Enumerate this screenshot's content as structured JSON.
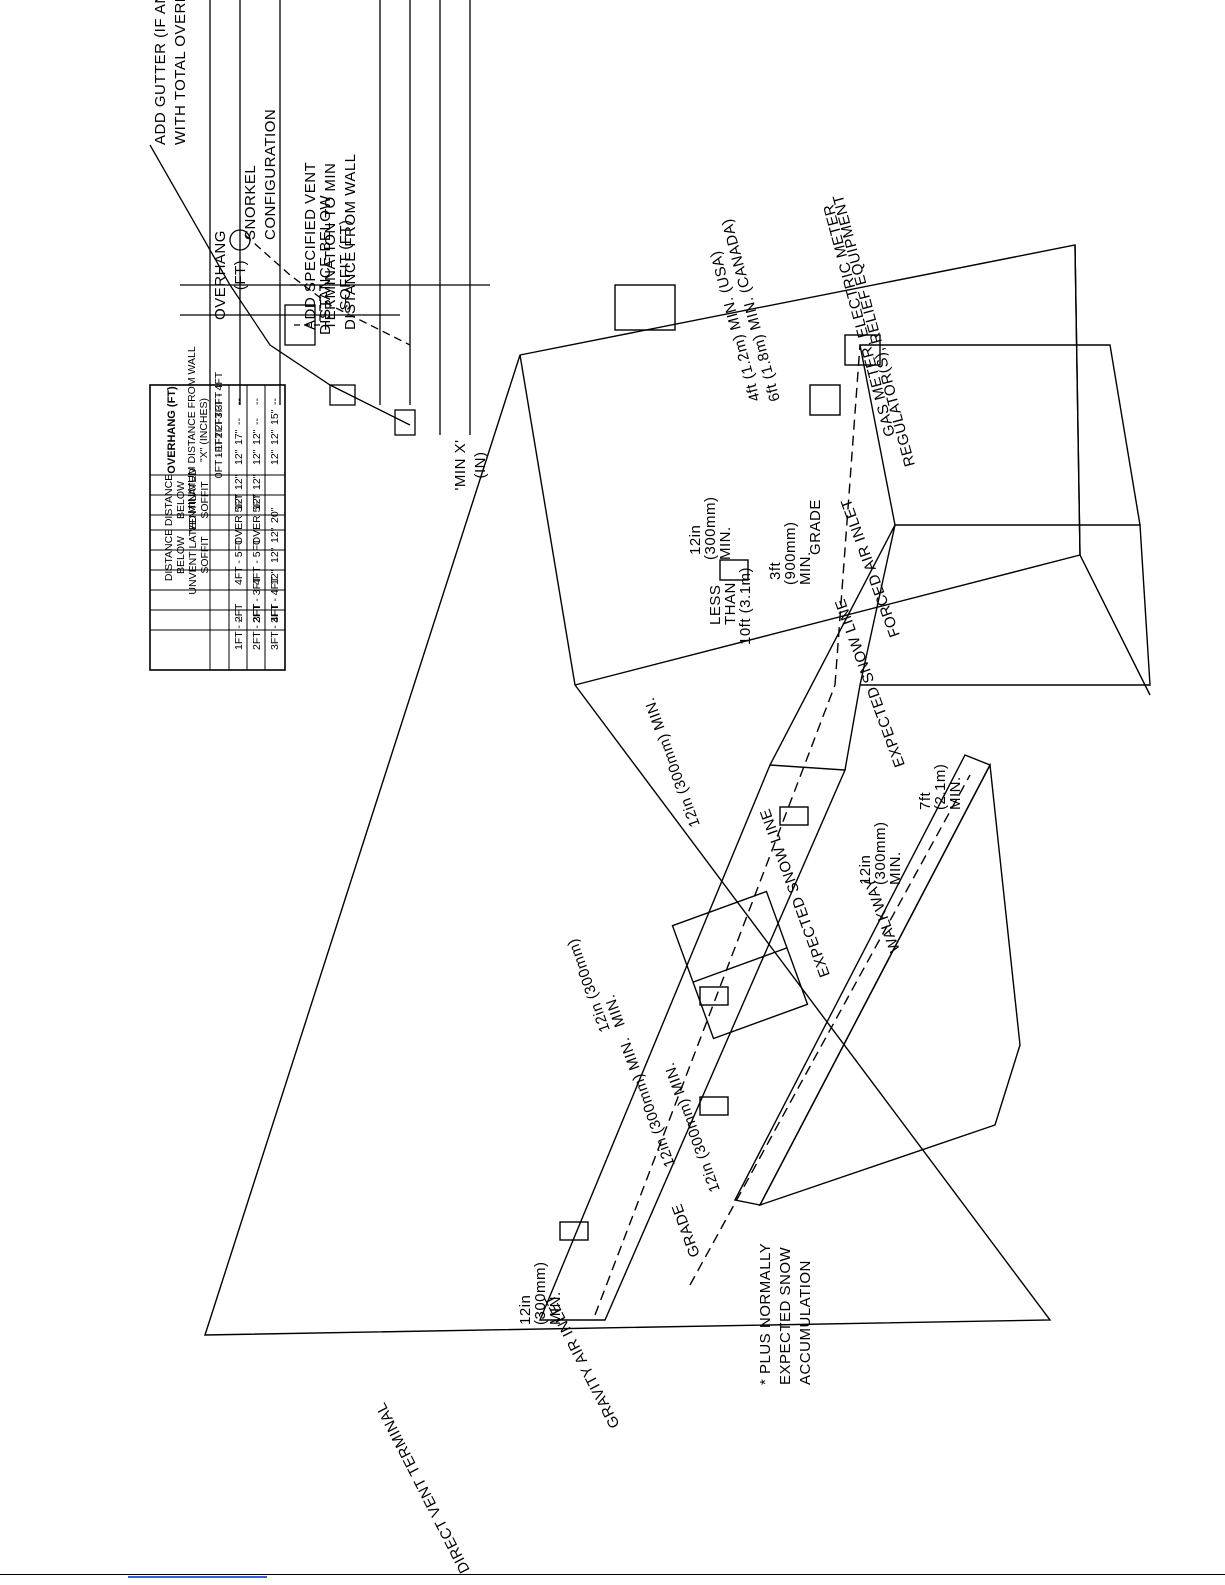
{
  "table": {
    "header_overhang": "OVERHANG (FT)",
    "header_min_distance": "MINIMUM DISTANCE FROM WALL",
    "header_x_inches": "\"X\" (INCHES)",
    "col_unventilated": [
      "DISTANCE",
      "BELOW",
      "UNVENTILATED",
      "SOFFIT"
    ],
    "col_ventilated": [
      "DISTANCE",
      "BELOW",
      "VENTILATED",
      "SOFFIT"
    ],
    "overhang_cols": [
      "0FT - 1FT",
      "1FT - 2FT",
      "2FT - 3FT",
      "3FT - 4FT"
    ],
    "rows": [
      {
        "unvent": "1FT - 2FT",
        "vent": "--",
        "values": [
          "12\"",
          "17\"",
          "--",
          "--"
        ]
      },
      {
        "unvent": "2FT - 3FT",
        "vent": "2FT - 3FT",
        "values": [
          "12\"",
          "12\"",
          "--",
          "--"
        ]
      },
      {
        "unvent": "3FT - 4FT",
        "vent": "3FT - 4FT",
        "values": [
          "12\"",
          "12\"",
          "15\"",
          "--"
        ]
      },
      {
        "unvent": "4FT - 5FT",
        "vent": "4FT - 5FT",
        "values": [
          "12\"",
          "12\"",
          "12\"",
          "20\""
        ]
      },
      {
        "unvent": "OVER 5FT",
        "vent": "OVER 5FT",
        "values": [
          "12\"",
          "12\"",
          "12\"",
          "12\""
        ]
      }
    ]
  },
  "detail": {
    "gutter": [
      "ADD GUTTER (IF ANY)",
      "WITH TOTAL OVERHANG"
    ],
    "overhang": [
      "OVERHANG",
      "(FT)"
    ],
    "distance_below": [
      "DISTANCE BELOW",
      "SOFFIT (FT)"
    ],
    "min_x": [
      "'MIN X'",
      "(IN)"
    ],
    "snorkel": [
      "SNORKEL",
      "CONFIGURATION"
    ],
    "add_vent": [
      "ADD SPECIFIED VENT",
      "TERMINATION TO MIN",
      "DISTANCE FROM WALL"
    ]
  },
  "house": {
    "direct_vent": "DIRECT VENT TERMINAL",
    "gravity_air": "GRAVITY AIR INLET",
    "grade_bottom": "GRADE",
    "dim_grade": "12in (300mm) MIN.",
    "dim_inlet": "12in (300mm) MIN.",
    "dim_left_vent": [
      "12in",
      "(300mm)",
      "MIN."
    ],
    "dim_window": [
      "12in (300mm)",
      "MIN."
    ],
    "dim_roof": "12in (300mm) MIN.",
    "dim_corner": [
      "12in",
      "(300mm)",
      "MIN."
    ],
    "dim_7ft": [
      "7ft",
      "(2.1m)",
      "MIN."
    ],
    "snow_line_front": "EXPECTED SNOW LINE",
    "snow_line_side": "EXPECTED SNOW LINE",
    "walkway": "WALKWAY",
    "less_than": [
      "LESS",
      "THAN",
      "10ft (3.1m)"
    ],
    "dim_3ft": [
      "3ft",
      "(900mm)",
      "MIN."
    ],
    "dim_12_side": [
      "12in",
      "(300mm)",
      "MIN."
    ],
    "forced_air": "FORCED AIR INLET",
    "grade_side": "GRADE",
    "meter_dims": [
      "4ft (1.2m) MIN. (USA)",
      "6ft (1.8m) MIN. (CANADA)"
    ],
    "gas_meter": [
      "GAS METER, ELECTRIC METER",
      "REGULATOR(S), RELIEF EQUIPMENT"
    ]
  },
  "note": [
    "* PLUS NORMALLY",
    "EXPECTED SNOW",
    "ACCUMULATION"
  ]
}
